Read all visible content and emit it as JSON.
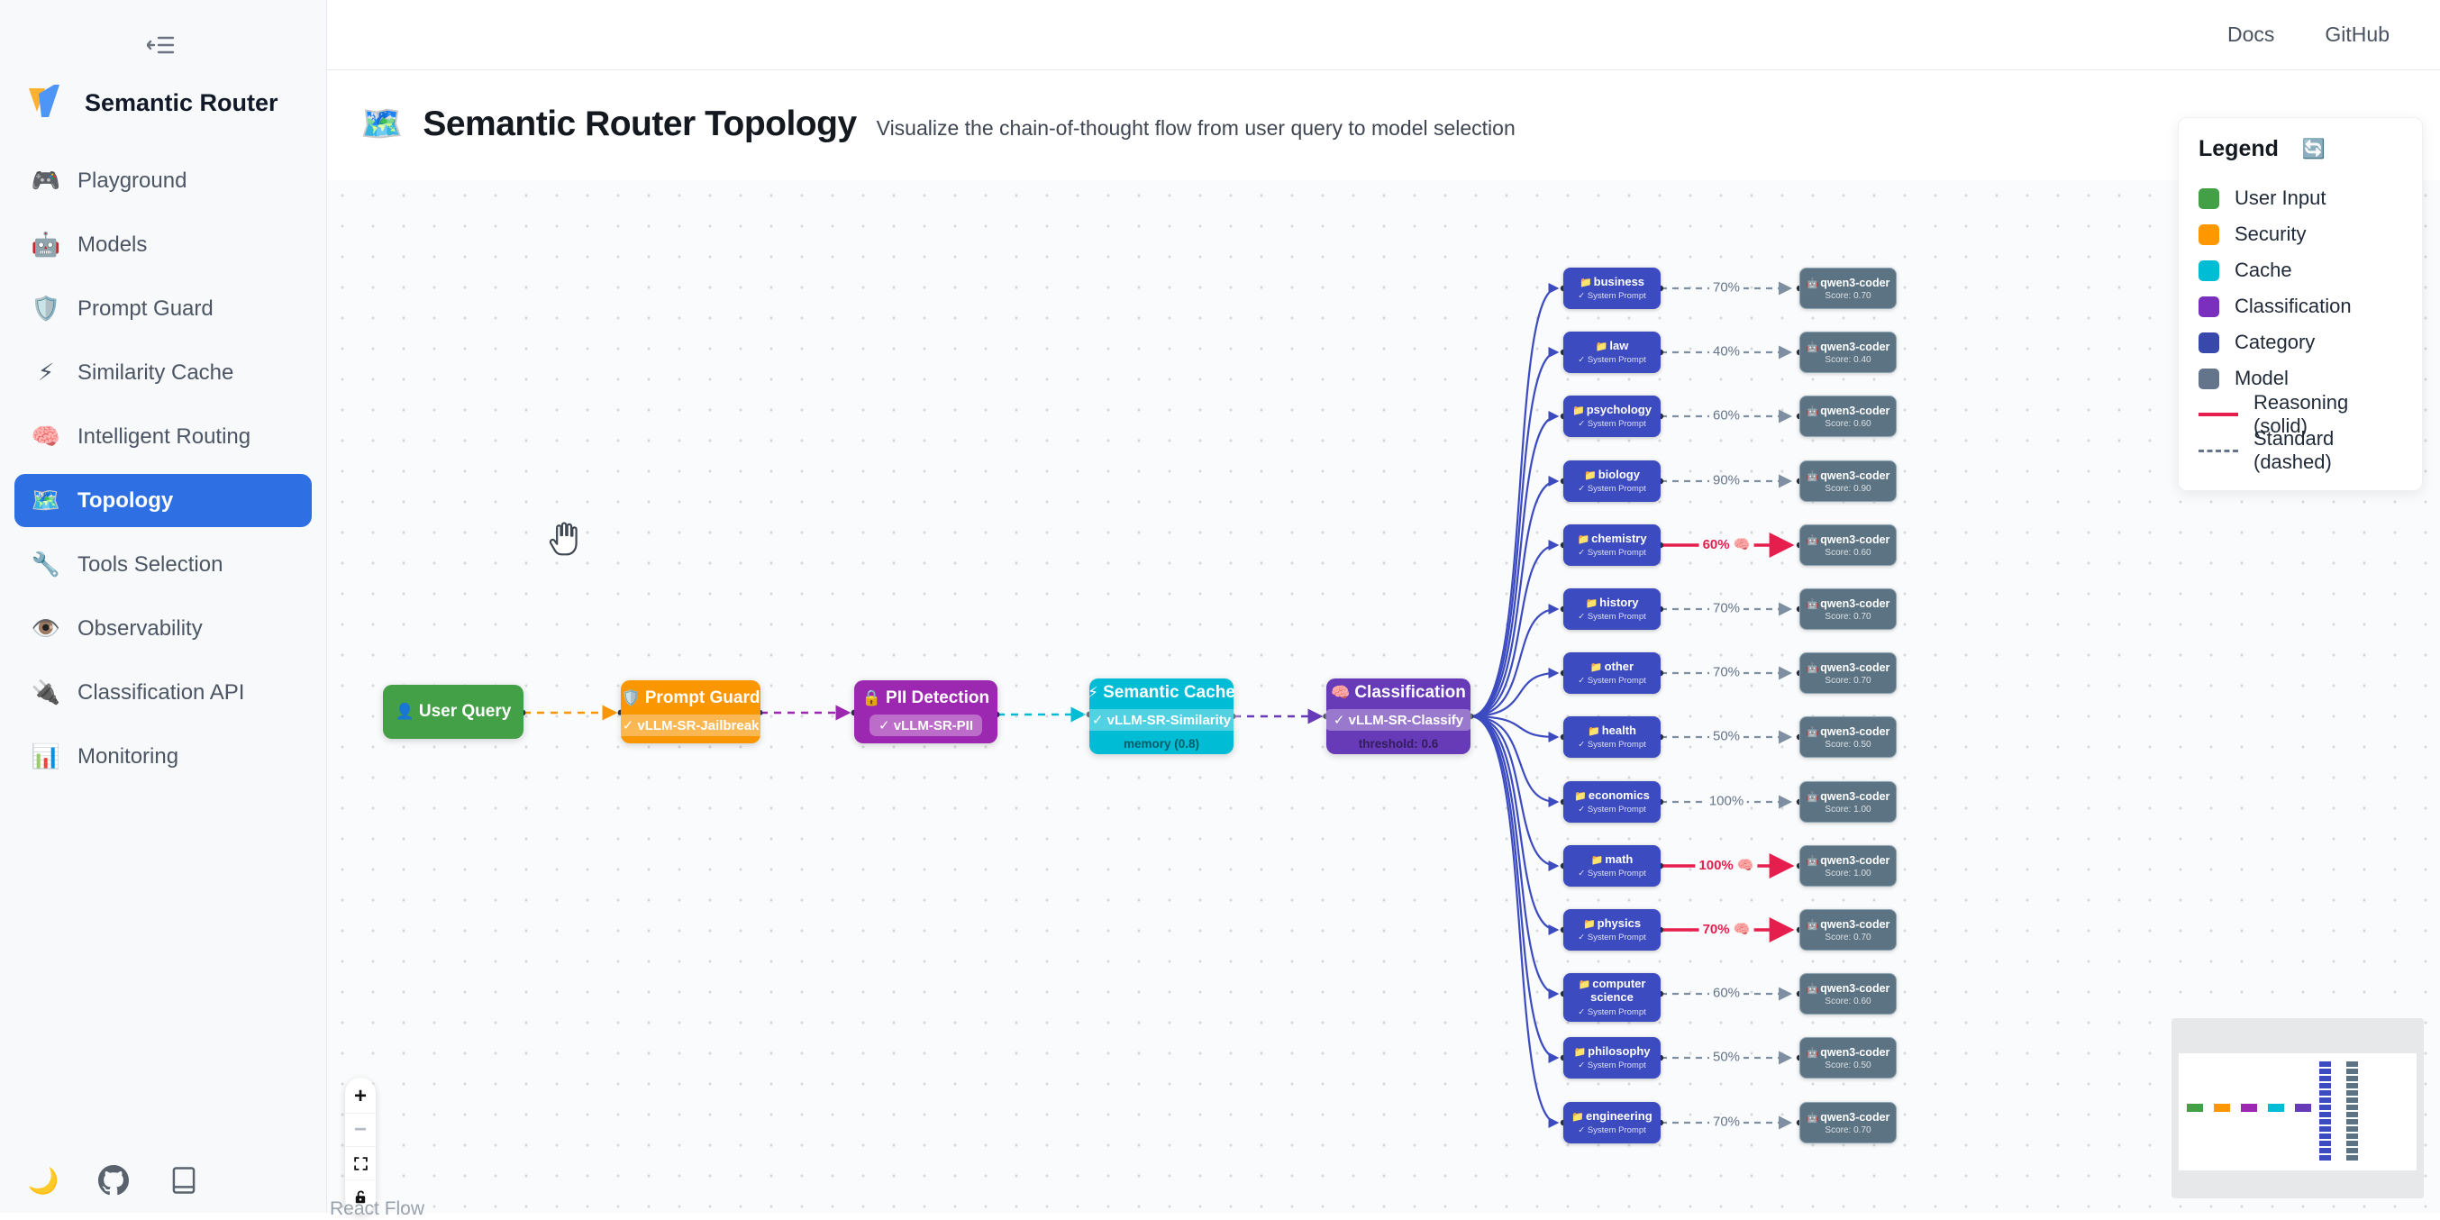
{
  "sidebar": {
    "brand": "Semantic Router",
    "items": [
      {
        "icon": "🎮",
        "label": "Playground",
        "active": false
      },
      {
        "icon": "🤖",
        "label": "Models",
        "active": false
      },
      {
        "icon": "🛡️",
        "label": "Prompt Guard",
        "active": false
      },
      {
        "icon": "⚡",
        "label": "Similarity Cache",
        "active": false
      },
      {
        "icon": "🧠",
        "label": "Intelligent Routing",
        "active": false
      },
      {
        "icon": "🗺️",
        "label": "Topology",
        "active": true
      },
      {
        "icon": "🔧",
        "label": "Tools Selection",
        "active": false
      },
      {
        "icon": "👁️",
        "label": "Observability",
        "active": false
      },
      {
        "icon": "🔌",
        "label": "Classification API",
        "active": false
      },
      {
        "icon": "📊",
        "label": "Monitoring",
        "active": false
      }
    ],
    "footer_icons": [
      {
        "name": "theme-moon-icon",
        "glyph": "🌙"
      },
      {
        "name": "github-icon",
        "glyph": ""
      },
      {
        "name": "docs-book-icon",
        "glyph": ""
      }
    ]
  },
  "topbar": {
    "links": [
      {
        "label": "Docs"
      },
      {
        "label": "GitHub"
      }
    ]
  },
  "header": {
    "emoji": "🗺️",
    "title": "Semantic Router Topology",
    "subtitle": "Visualize the chain-of-thought flow from user query to model selection"
  },
  "legend": {
    "title": "Legend",
    "refresh_icon": "🔄",
    "items": [
      {
        "type": "swatch",
        "label": "User Input",
        "color": "#43a047"
      },
      {
        "type": "swatch",
        "label": "Security",
        "color": "#ff9800"
      },
      {
        "type": "swatch",
        "label": "Cache",
        "color": "#00bcd4"
      },
      {
        "type": "swatch",
        "label": "Classification",
        "color": "#7b2fbe"
      },
      {
        "type": "swatch",
        "label": "Category",
        "color": "#3949ab"
      },
      {
        "type": "swatch",
        "label": "Model",
        "color": "#64748b"
      },
      {
        "type": "line",
        "label": "Reasoning (solid)",
        "color": "#e61e4d",
        "dashed": false
      },
      {
        "type": "line",
        "label": "Standard (dashed)",
        "color": "#64748b",
        "dashed": true
      }
    ]
  },
  "pipeline": {
    "user_query": {
      "icon": "👤",
      "title": "User Query"
    },
    "prompt_guard": {
      "icon": "🛡️",
      "title": "Prompt Guard",
      "badge": "✓ vLLM-SR-Jailbreak"
    },
    "pii_detection": {
      "icon": "🔒",
      "title": "PII Detection",
      "badge": "✓ vLLM-SR-PII"
    },
    "semantic_cache": {
      "icon": "⚡",
      "title": "Semantic Cache",
      "badge": "✓ vLLM-SR-Similarity",
      "subtext": "memory (0.8)"
    },
    "classification": {
      "icon": "🧠",
      "title": "Classification",
      "badge": "✓ vLLM-SR-Classify",
      "subtext": "threshold: 0.6"
    }
  },
  "category_subtext": "✓ System Prompt",
  "category_icon": "📁",
  "model_icon": "🤖",
  "reasoning_icon": "🧠",
  "rows": [
    {
      "category": "business",
      "percent": "70%",
      "model": "qwen3-coder",
      "score": "Score: 0.70",
      "reasoning": false
    },
    {
      "category": "law",
      "percent": "40%",
      "model": "qwen3-coder",
      "score": "Score: 0.40",
      "reasoning": false
    },
    {
      "category": "psychology",
      "percent": "60%",
      "model": "qwen3-coder",
      "score": "Score: 0.60",
      "reasoning": false
    },
    {
      "category": "biology",
      "percent": "90%",
      "model": "qwen3-coder",
      "score": "Score: 0.90",
      "reasoning": false
    },
    {
      "category": "chemistry",
      "percent": "60%",
      "model": "qwen3-coder",
      "score": "Score: 0.60",
      "reasoning": true
    },
    {
      "category": "history",
      "percent": "70%",
      "model": "qwen3-coder",
      "score": "Score: 0.70",
      "reasoning": false
    },
    {
      "category": "other",
      "percent": "70%",
      "model": "qwen3-coder",
      "score": "Score: 0.70",
      "reasoning": false
    },
    {
      "category": "health",
      "percent": "50%",
      "model": "qwen3-coder",
      "score": "Score: 0.50",
      "reasoning": false
    },
    {
      "category": "economics",
      "percent": "100%",
      "model": "qwen3-coder",
      "score": "Score: 1.00",
      "reasoning": false
    },
    {
      "category": "math",
      "percent": "100%",
      "model": "qwen3-coder",
      "score": "Score: 1.00",
      "reasoning": true
    },
    {
      "category": "physics",
      "percent": "70%",
      "model": "qwen3-coder",
      "score": "Score: 0.70",
      "reasoning": true
    },
    {
      "category": "computer science",
      "percent": "60%",
      "model": "qwen3-coder",
      "score": "Score: 0.60",
      "reasoning": false
    },
    {
      "category": "philosophy",
      "percent": "50%",
      "model": "qwen3-coder",
      "score": "Score: 0.50",
      "reasoning": false
    },
    {
      "category": "engineering",
      "percent": "70%",
      "model": "qwen3-coder",
      "score": "Score: 0.70",
      "reasoning": false
    }
  ],
  "controls": {
    "zoom_in": "+",
    "zoom_out": "−"
  },
  "attribution": "React Flow",
  "colors": {
    "accent_blue": "#2e6fe4",
    "user_green": "#43a047",
    "security_orange": "#fa9600",
    "pii_magenta": "#9c27b0",
    "cache_cyan": "#00bcd4",
    "classification_violet": "#673ab7",
    "category_indigo": "#3c4bc0",
    "model_slate": "#5b7383",
    "reasoning_red": "#e61e4d",
    "edge_gray": "#7d8fa0"
  }
}
